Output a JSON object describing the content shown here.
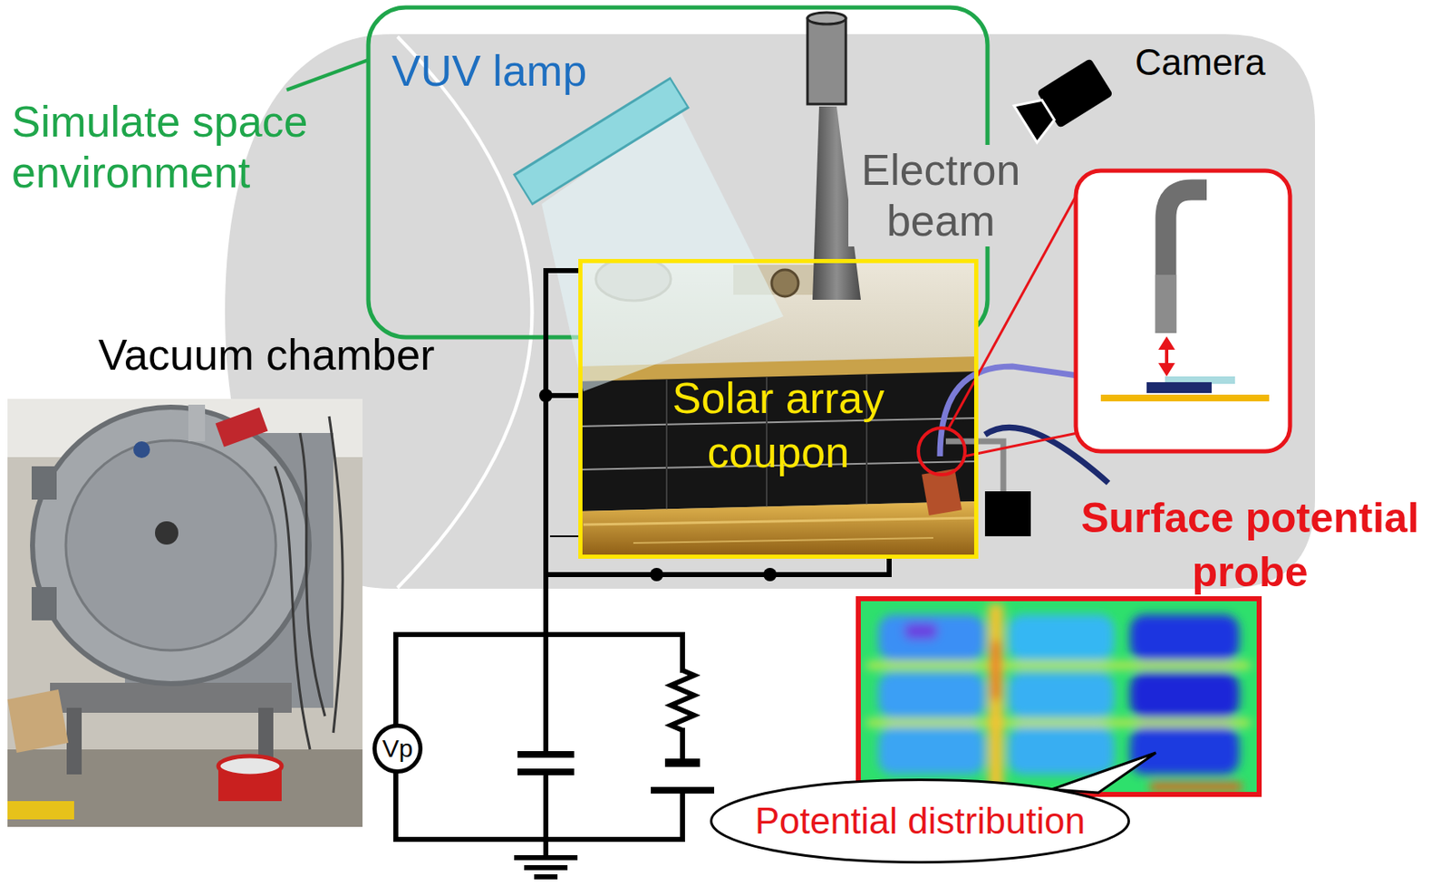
{
  "diagram": {
    "nodes": [
      {
        "text": [
          "Solar array coupon"
        ]
      },
      {
        "text": [
          "Vp"
        ]
      },
      {
        "text": [
          "Potential distribution"
        ]
      }
    ],
    "labels": [
      "Simulate space environment",
      "VUV lamp",
      "Electron beam",
      "Camera",
      "Vacuum chamber",
      "Surface potential probe"
    ]
  }
}
